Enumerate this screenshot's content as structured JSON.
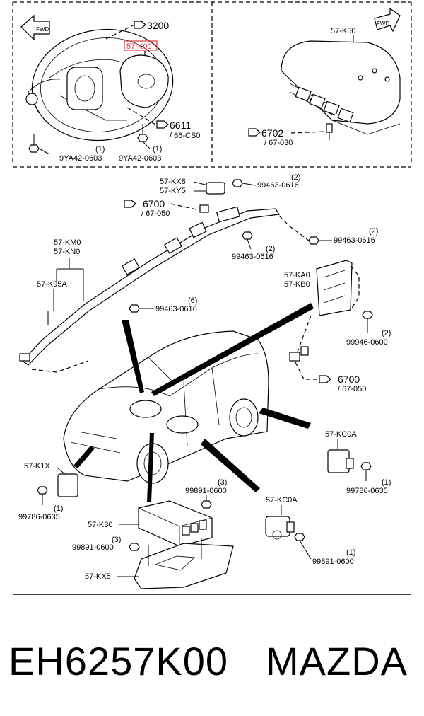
{
  "panels": {
    "steering": {
      "part_ref": "3200",
      "highlighted_part": "57-K00",
      "ref_6611": "6611",
      "ref_6611_sub": "/ 66-CS0",
      "bolt_left": "9YA42-0603",
      "bolt_left_qty": "(1)",
      "bolt_right": "9YA42-0603",
      "bolt_right_qty": "(1)",
      "fwd": "FWD"
    },
    "passenger": {
      "part": "57-K50",
      "ref_6702": "6702",
      "ref_6702_sub": "/ 67-030",
      "fwd": "FWD"
    },
    "main": {
      "kx8": "57-KX8",
      "ky5": "57-KY5",
      "bolt_top": "99463-0616",
      "bolt_top_qty": "(2)",
      "ref_6700_top": "6700",
      "ref_6700_top_sub": "/ 67-050",
      "bolt_right": "99463-0616",
      "bolt_right_qty": "(2)",
      "bolt_mid": "99463-0616",
      "bolt_mid_qty": "(2)",
      "km0": "57-KM0",
      "kn0": "57-KN0",
      "k95a": "57-K95A",
      "bolt_curtain": "99463-0616",
      "bolt_curtain_qty": "(6)",
      "ka0": "57-KA0",
      "kb0": "57-KB0",
      "nut_side": "99946-0600",
      "nut_side_qty": "(2)",
      "ref_6700_bot": "6700",
      "ref_6700_bot_sub": "/ 67-050",
      "kc0a_1": "57-KC0A",
      "bolt_kc0a_1": "99786-0635",
      "bolt_kc0a_1_qty": "(1)",
      "k1x": "57-K1X",
      "bolt_k1x": "99786-0635",
      "bolt_k1x_qty": "(1)",
      "nut_k30_top": "99891-0600",
      "nut_k30_top_qty": "(3)",
      "k30": "57-K30",
      "nut_k30_left": "99891-0600",
      "nut_k30_left_qty": "(3)",
      "kx5": "57-KX5",
      "kc0a_2": "57-KC0A",
      "nut_kc0a_2": "99891-0600",
      "nut_kc0a_2_qty": "(1)"
    }
  },
  "caption": {
    "part_number": "EH6257K00",
    "brand": "MAZDA"
  },
  "colors": {
    "highlight": "#d93a3a",
    "ink": "#000000"
  }
}
